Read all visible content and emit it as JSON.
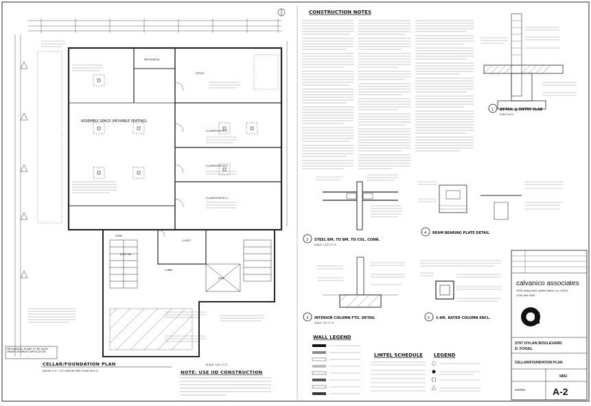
{
  "sheet": {
    "plan_title": "CELLAR/FOUNDATION PLAN",
    "plan_scale": "SCALE: 1/4\"=1'-0\"",
    "datum": "DATUM: 0'-0\" = 8'-3\" BELOW FIRST FLOOR OR 0'-0\"",
    "construction_notes_header": "CONSTRUCTION NOTES",
    "note_use_header": "NOTE: USE IID CONSTRUCTION",
    "wall_legend_header": "WALL LEGEND",
    "lintel_schedule_header": "LINTEL SCHEDULE",
    "legend_header": "LEGEND",
    "mechanical_note": "MECHANICAL PLANS TO BE FILED UNDER SEPARATE APPLICATION",
    "rooms": [
      "MECHANICAL",
      "OFFICE",
      "ASSEMBLY SPACE (MOVABLE SEATING)",
      "CLASSROOM NO.1",
      "CLASSROOM NO.2",
      "CLASSROOM NO.3",
      "STAIR",
      "ELEV. RM",
      "CLOSET",
      "LOBBY",
      "ELEV."
    ]
  },
  "details": [
    {
      "num": "1",
      "title": "DETAIL @ ENTRY SLAB",
      "scale": "SCALE: N.T.S"
    },
    {
      "num": "2",
      "title": "STEEL BM. TO BM. TO COL. CONN.",
      "scale": "SCALE: 1-1/2\"=1'-0\""
    },
    {
      "num": "3",
      "title": "INTERIOR COLUMN FTG. DETAIL",
      "scale": "SCALE: 1/2\"=1'-0\""
    },
    {
      "num": "4",
      "title": "BEAM BEARING PLATE DETAIL",
      "scale": ""
    },
    {
      "num": "5",
      "title": "1-HR. RATED COLUMN ENCL.",
      "scale": ""
    }
  ],
  "title_block": {
    "firm": "calvanico associates",
    "address": "2535 victory blvd. staten island, n.y. 10314",
    "phone": "(718) 494-0444",
    "project_address": "2707 HYLAN BOULEVARD",
    "client": "D. FOGEL",
    "drawing_title": "CELLAR/FOUNDATION PLAN",
    "project_no": "5892",
    "date": "3/22/94",
    "sheet_no": "A-2"
  }
}
